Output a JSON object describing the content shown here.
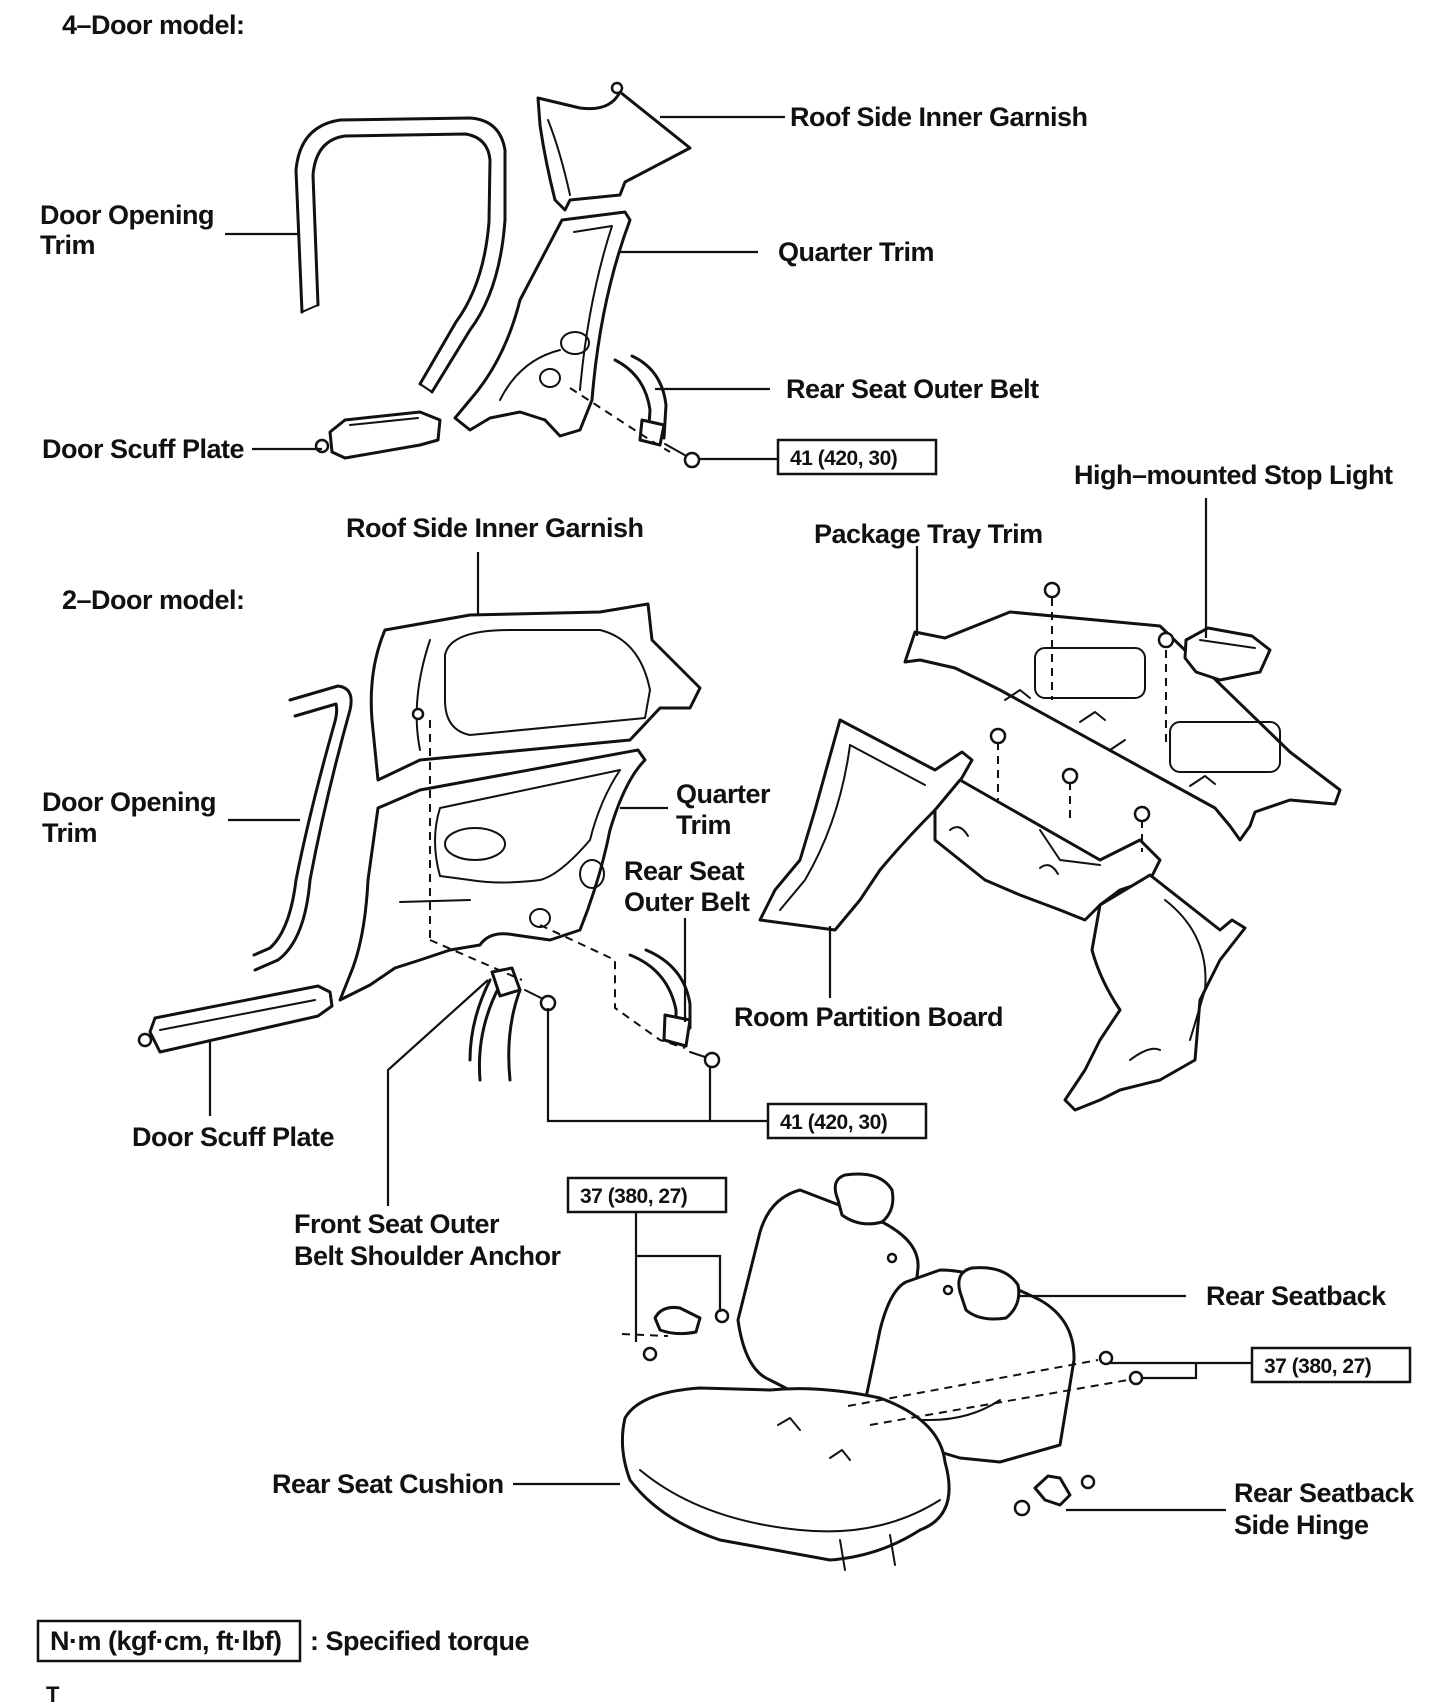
{
  "headings": {
    "four_door": "4–Door model:",
    "two_door": "2–Door model:"
  },
  "four_door": {
    "roof_side_inner_garnish": "Roof Side Inner Garnish",
    "door_opening_trim_line1": "Door Opening",
    "door_opening_trim_line2": "Trim",
    "quarter_trim": "Quarter Trim",
    "rear_seat_outer_belt": "Rear Seat Outer Belt",
    "door_scuff_plate": "Door Scuff Plate",
    "torque": "41 (420, 30)"
  },
  "two_door": {
    "roof_side_inner_garnish": "Roof Side Inner Garnish",
    "door_opening_trim_line1": "Door Opening",
    "door_opening_trim_line2": "Trim",
    "quarter_trim_line1": "Quarter",
    "quarter_trim_line2": "Trim",
    "rear_seat_outer_belt_line1": "Rear Seat",
    "rear_seat_outer_belt_line2": "Outer Belt",
    "door_scuff_plate": "Door Scuff Plate",
    "front_seat_anchor_line1": "Front Seat Outer",
    "front_seat_anchor_line2": "Belt Shoulder Anchor",
    "torque": "41 (420, 30)"
  },
  "rear": {
    "high_mounted_stop_light": "High–mounted Stop Light",
    "package_tray_trim": "Package Tray Trim",
    "room_partition_board": "Room Partition Board"
  },
  "seat": {
    "torque_left": "37 (380, 27)",
    "torque_right": "37 (380, 27)",
    "rear_seatback": "Rear Seatback",
    "rear_seat_cushion": "Rear Seat Cushion",
    "hinge_line1": "Rear Seatback",
    "hinge_line2": "Side Hinge"
  },
  "legend": {
    "unit_box": "N·m (kgf·cm, ft·lbf)",
    "description": ": Specified torque"
  },
  "footer_mark": "T"
}
